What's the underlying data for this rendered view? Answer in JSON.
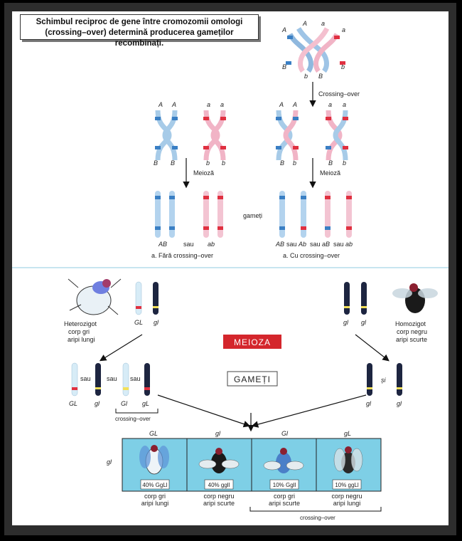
{
  "caption": "Schimbul reciproc de gene între cromozomii omologi (crossing–over) determină producerea gameților recombinați.",
  "alleles": {
    "A": "A",
    "a": "a",
    "B": "B",
    "b": "b"
  },
  "labels": {
    "crossing_over_arrow": "Crossing–over",
    "meioza_left": "Meioză",
    "meioza_right": "Meioză",
    "gameti_small": "gameți",
    "sau": "sau",
    "si": "și",
    "crossing_over_small": "crossing–over"
  },
  "gametes_top": {
    "left": [
      "AB",
      "sau",
      "ab"
    ],
    "right": [
      "AB",
      "sau",
      "Ab",
      "sau",
      "aB",
      "sau",
      "ab"
    ],
    "left_caption": "a. Fără crossing–over",
    "right_caption": "a. Cu crossing–over"
  },
  "parents": {
    "left_name": [
      "Heterozigot",
      "corp gri",
      "aripi lungi"
    ],
    "left_genes": [
      "GL",
      "gl"
    ],
    "right_name": [
      "Homozigot",
      "corp negru",
      "aripi scurte"
    ],
    "right_genes": [
      "gl",
      "gl"
    ]
  },
  "meioza_banner": "MEIOZA",
  "gameti_banner": "GAMEȚI",
  "gametes_bottom": {
    "left": [
      "GL",
      "gl",
      "Gl",
      "gL"
    ],
    "right": [
      "gl",
      "gl"
    ]
  },
  "offspring": {
    "row_label": "gl",
    "columns": [
      "GL",
      "gl",
      "Gl",
      "gL"
    ],
    "genotypes": [
      "40% GgLl",
      "40% ggll",
      "10% Ggll",
      "10% ggLl"
    ],
    "phenotypes": [
      [
        "corp gri",
        "aripi lungi"
      ],
      [
        "corp negru",
        "aripi scurte"
      ],
      [
        "corp gri",
        "aripi scurte"
      ],
      [
        "corp negru",
        "aripi lungi"
      ]
    ]
  },
  "colors": {
    "blue": "#3a7fc4",
    "pink": "#e06a8a",
    "red": "#e03040",
    "cyan": "#7ecfe6",
    "dark": "#1d2540",
    "banner": "#d4262c"
  }
}
